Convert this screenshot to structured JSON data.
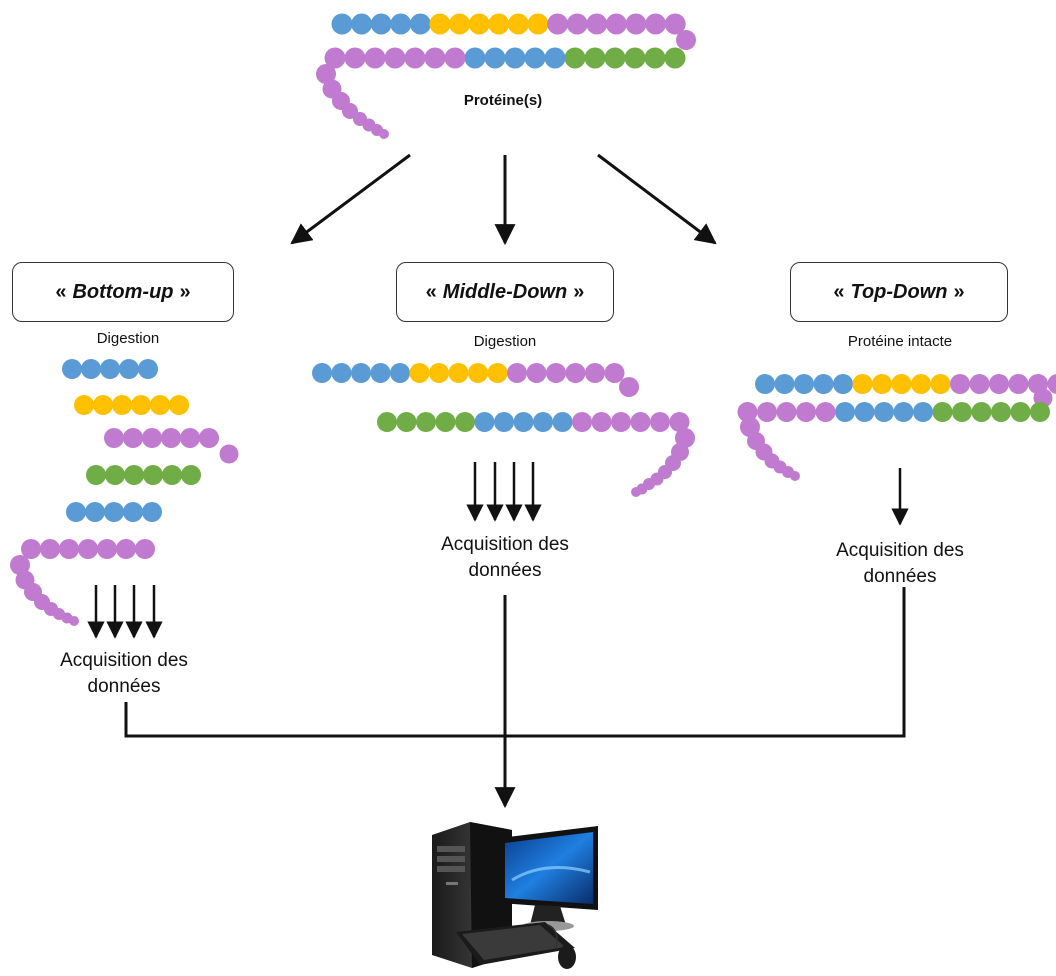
{
  "title": "Protéine(s)",
  "colors": {
    "blue": "#5B9BD5",
    "yellow": "#FFC000",
    "purple": "#C07BD0",
    "green": "#70AD47",
    "arrow": "#111111"
  },
  "approaches": [
    {
      "quote_open": "«",
      "name": "Bottom-up",
      "quote_close": "»",
      "step": "Digestion",
      "acquisition_line1": "Acquisition des",
      "acquisition_line2": "données"
    },
    {
      "quote_open": "«",
      "name": "Middle-Down",
      "quote_close": "»",
      "step": "Digestion",
      "acquisition_line1": "Acquisition des",
      "acquisition_line2": "données"
    },
    {
      "quote_open": "«",
      "name": "Top-Down",
      "quote_close": "»",
      "step": "Protéine intacte",
      "acquisition_line1": "Acquisition des",
      "acquisition_line2": "données"
    }
  ],
  "computer_icon": "desktop-computer-icon"
}
